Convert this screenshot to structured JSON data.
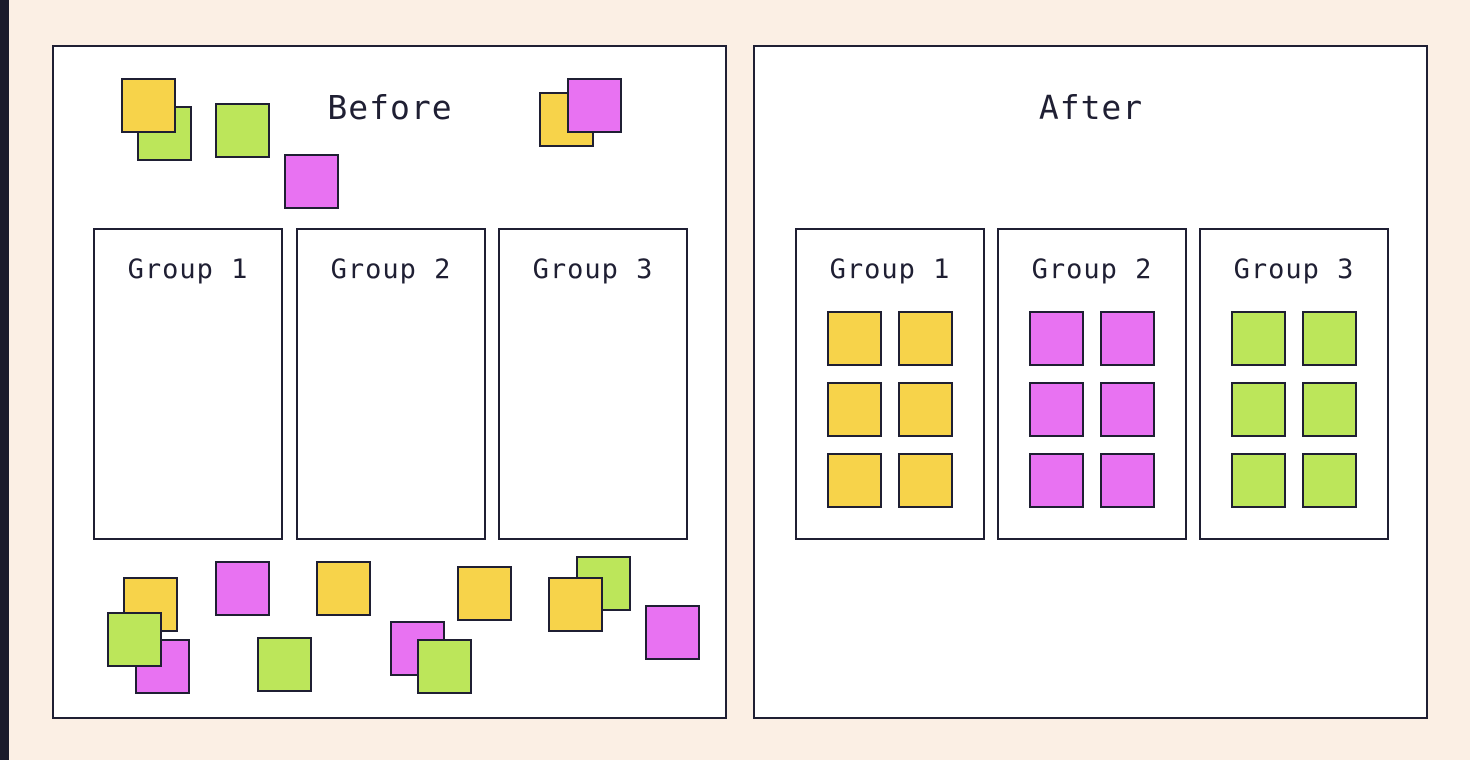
{
  "before": {
    "title": "Before",
    "groups": [
      {
        "label": "Group 1"
      },
      {
        "label": "Group 2"
      },
      {
        "label": "Group 3"
      }
    ]
  },
  "after": {
    "title": "After",
    "groups": [
      {
        "label": "Group 1",
        "note_color": "yellow",
        "note_count": 6
      },
      {
        "label": "Group 2",
        "note_color": "pink",
        "note_count": 6
      },
      {
        "label": "Group 3",
        "note_color": "green",
        "note_count": 6
      }
    ]
  },
  "colors": {
    "background": "#FBEFE4",
    "yellow": "#F7D34A",
    "green": "#BCE65A",
    "pink": "#E872F2",
    "outline": "#1F1F33"
  }
}
